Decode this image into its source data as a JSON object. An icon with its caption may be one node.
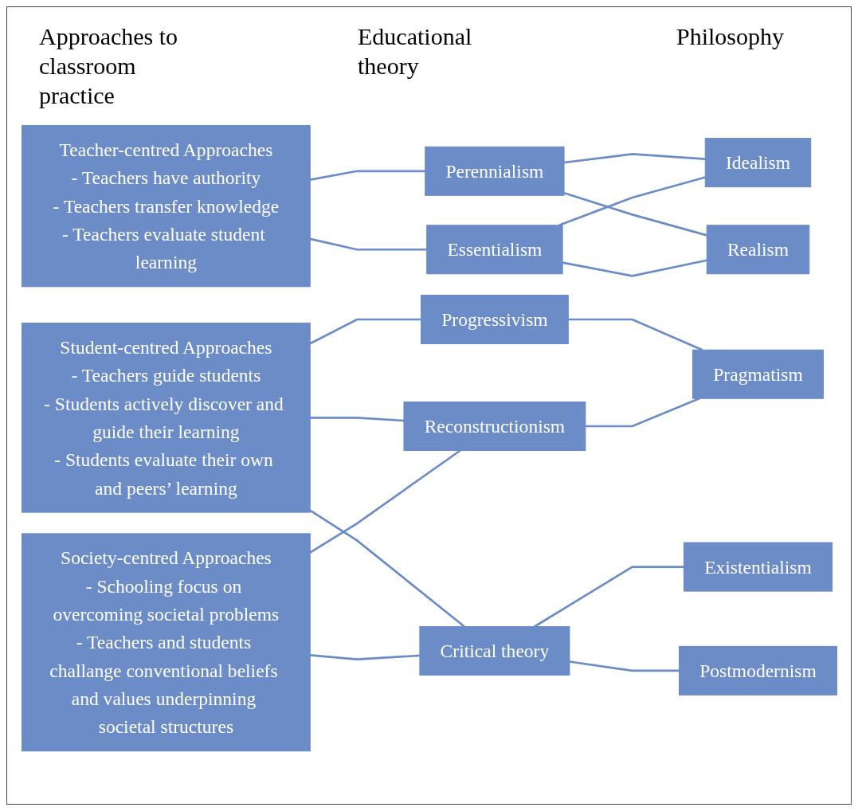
{
  "diagram": {
    "nodes": [
      {
        "text": [
          "Teacher-centred Approaches",
          "- Teachers have authority",
          "- Teachers transfer knowledge",
          "- Teachers evaluate student learning"
        ]
      },
      {
        "text": [
          "Student-centred Approaches",
          "- Teachers guide students",
          "- Students actively discover and guide their learning",
          "- Students evaluate their own and peers’ learning"
        ]
      },
      {
        "text": [
          "Society-centred Approaches",
          "- Schooling focus on overcoming societal problems",
          "- Teachers and students challange conventional beliefs and values underpinning societal structures"
        ]
      },
      {
        "text": [
          "Perennialism"
        ]
      },
      {
        "text": [
          "Essentialism"
        ]
      },
      {
        "text": [
          "Progressivism"
        ]
      },
      {
        "text": [
          "Reconstructionism"
        ]
      },
      {
        "text": [
          "Critical theory"
        ]
      },
      {
        "text": [
          "Idealism"
        ]
      },
      {
        "text": [
          "Realism"
        ]
      },
      {
        "text": [
          "Pragmatism"
        ]
      },
      {
        "text": [
          "Existentialism"
        ]
      },
      {
        "text": [
          "Postmodernism"
        ]
      }
    ],
    "edges": [
      {
        "from": 0,
        "to": 3,
        "arrow": "none"
      },
      {
        "from": 0,
        "to": 4,
        "arrow": "none"
      },
      {
        "from": 1,
        "to": 5,
        "arrow": "none"
      },
      {
        "from": 1,
        "to": 6,
        "arrow": "none"
      },
      {
        "from": 1,
        "to": 7,
        "arrow": "none"
      },
      {
        "from": 2,
        "to": 6,
        "arrow": "none"
      },
      {
        "from": 2,
        "to": 7,
        "arrow": "none"
      },
      {
        "from": 3,
        "to": 8,
        "arrow": "none"
      },
      {
        "from": 3,
        "to": 9,
        "arrow": "none"
      },
      {
        "from": 4,
        "to": 8,
        "arrow": "none"
      },
      {
        "from": 4,
        "to": 9,
        "arrow": "none"
      },
      {
        "from": 5,
        "to": 10,
        "arrow": "none"
      },
      {
        "from": 6,
        "to": 10,
        "arrow": "none"
      },
      {
        "from": 7,
        "to": 11,
        "arrow": "none"
      },
      {
        "from": 7,
        "to": 12,
        "arrow": "none"
      }
    ],
    "labels": [
      "Approaches to classroom practice",
      "Educational theory",
      "Philosophy"
    ]
  }
}
